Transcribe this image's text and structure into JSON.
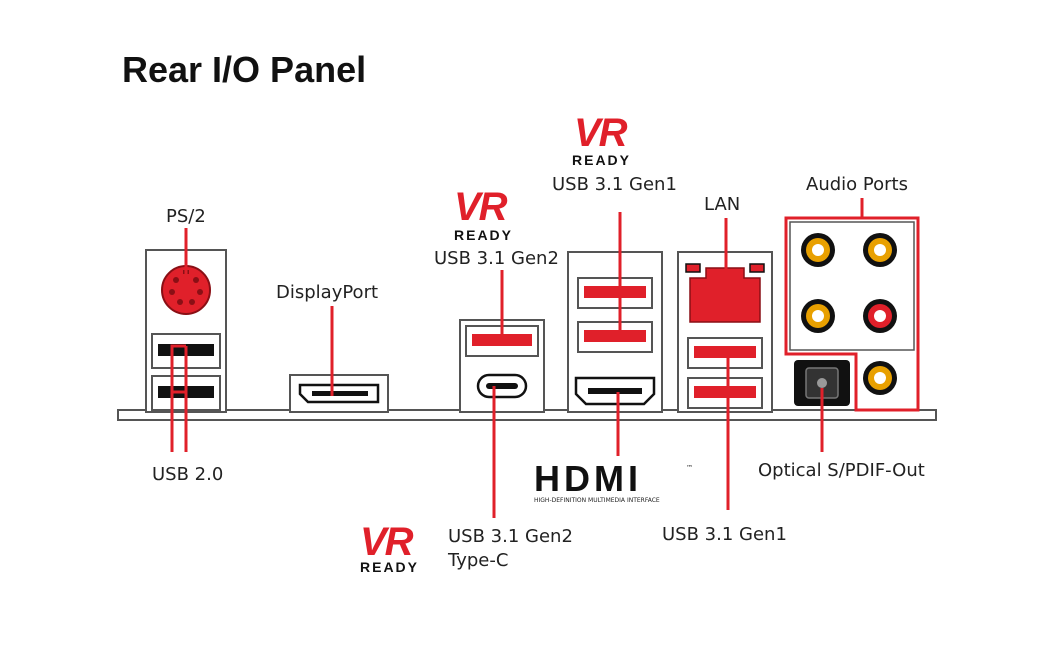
{
  "title": "Rear I/O Panel",
  "labels": {
    "ps2": "PS/2",
    "usb20": "USB 2.0",
    "displayport": "DisplayPort",
    "usb31gen2": "USB 3.1 Gen2",
    "usb31gen2_typec_line1": "USB 3.1 Gen2",
    "usb31gen2_typec_line2": "Type-C",
    "usb31gen1_top": "USB 3.1 Gen1",
    "lan": "LAN",
    "usb31gen1_bottom": "USB 3.1 Gen1",
    "audio_ports": "Audio Ports",
    "optical": "Optical S/PDIF-Out"
  },
  "vr_logo": {
    "vr": "VR",
    "ready": "READY"
  },
  "hdmi_logo": {
    "text": "HDMI",
    "tm": "™",
    "subtitle": "HIGH-DEFINITION MULTIMEDIA INTERFACE"
  },
  "colors": {
    "accent": "#e0202a",
    "text": "#222222",
    "frame": "#555555",
    "audio_gold": "#e8a000",
    "port_black": "#111111"
  }
}
